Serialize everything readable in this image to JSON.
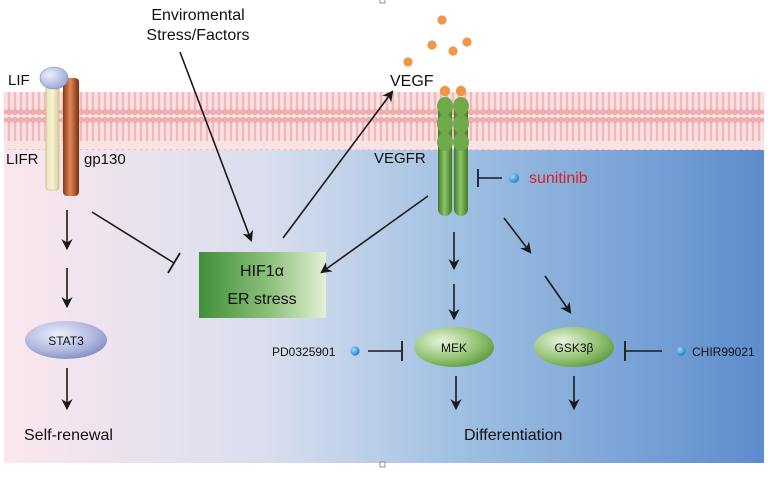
{
  "labels": {
    "env_line1": "Enviromental",
    "env_line2": "Stress/Factors",
    "lif": "LIF",
    "lifr": "LIFR",
    "gp130": "gp130",
    "vegf": "VEGF",
    "vegfr": "VEGFR",
    "sunitinib": "sunitinib",
    "hif_line1": "HIF1α",
    "hif_line2": "ER stress",
    "stat3": "STAT3",
    "mek": "MEK",
    "gsk3b": "GSK3β",
    "pd": "PD0325901",
    "chir": "CHIR99021",
    "self_renewal": "Self-renewal",
    "differentiation": "Differentiation"
  },
  "colors": {
    "membrane": "#f2a9ab",
    "membrane_line": "#d9868a",
    "cell_left": "#f9e3ea",
    "cell_mid": "#9fc2e2",
    "cell_right": "#5f8fcf",
    "inhibitor_text": "#d6202a",
    "inhibitor_dot": "#1e90d6",
    "vegf_dot": "#f0954a",
    "receptor_green": "#5b9d3a",
    "node_green": "#6aa64a",
    "node_blue": "#8a98c8",
    "arrow": "#1a1a1a"
  }
}
